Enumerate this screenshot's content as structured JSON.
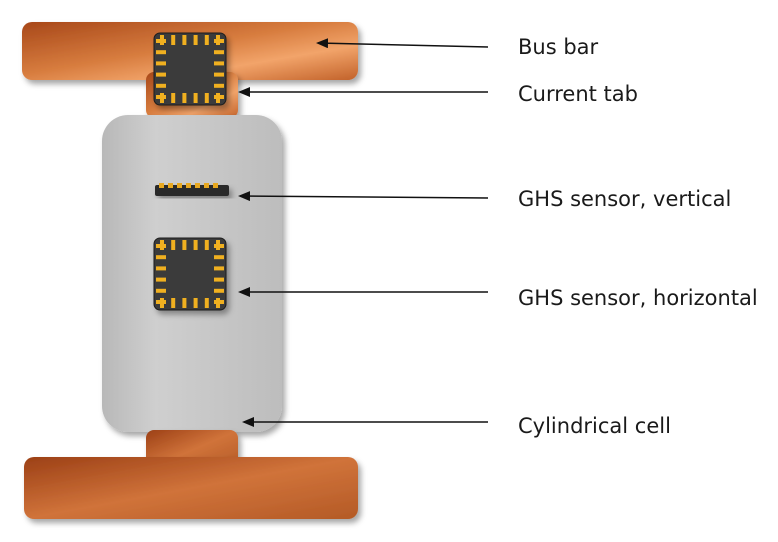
{
  "labels": {
    "bus_bar": "Bus bar",
    "current_tab": "Current tab",
    "sensor_vertical": "GHS sensor, vertical",
    "sensor_horizontal": "GHS sensor, horizontal",
    "cell": "Cylindrical cell"
  },
  "colors": {
    "copper_dark": "#b4531f",
    "copper_light": "#f0a060",
    "cell_gray": "#c4c4c4",
    "chip_body": "#3a3a3a",
    "chip_pad": "#f0b020",
    "arrow": "#111111"
  }
}
